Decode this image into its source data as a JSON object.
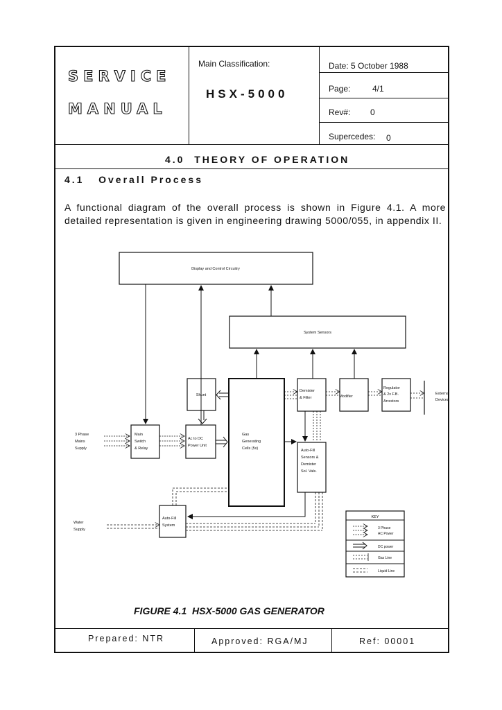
{
  "header": {
    "title_line1": "SERVICE",
    "title_line2": "MANUAL",
    "main_classification_label": "Main Classification:",
    "model": "HSX-5000",
    "date": "Date: 5 October 1988",
    "page_label": "Page:",
    "page_value": "4/1",
    "rev_label": "Rev#:",
    "rev_value": "0",
    "supercedes_label": "Supercedes:",
    "supercedes_value": "0"
  },
  "section_title": "4.0  THEORY OF OPERATION",
  "subsection_title": "4.1   Overall Process",
  "body_paragraph": "A functional diagram of the overall process is shown in Figure 4.1. A more detailed representation is given in engineering drawing 5000/055, in appendix II.",
  "diagram": {
    "display_control": "Display and Control Circuitry",
    "system_sensors": "System Sensors",
    "shunt": "Shunt",
    "gas_cells": [
      "Gas",
      "Generating",
      "Cells (5x)"
    ],
    "demister_filter": [
      "Demister",
      "& Filter"
    ],
    "modifier": "Modifier",
    "regulator": [
      "Regulator",
      "& 2x F.B.",
      "Arrestors"
    ],
    "external_devices": [
      "External",
      "Devices"
    ],
    "three_phase_supply": [
      "3 Phase",
      "Mains",
      "Supply"
    ],
    "main_switch": [
      "Main",
      "Switch",
      "& Relay"
    ],
    "ac_dc_unit": [
      "Ac to DC",
      "Power Unit"
    ],
    "autofill_sensors": [
      "Auto-Fill",
      "Sensors &",
      "Demister",
      "Sol. Vals."
    ],
    "autofill_system": [
      "Auto-Fill",
      "System"
    ],
    "water_supply": [
      "Water",
      "Supply"
    ],
    "key": {
      "title": "KEY",
      "items": [
        {
          "label": [
            "3 Phase",
            "AC Power"
          ],
          "style": "ac"
        },
        {
          "label": [
            "DC power"
          ],
          "style": "dc"
        },
        {
          "label": [
            "Gas Line"
          ],
          "style": "gas"
        },
        {
          "label": [
            "Liquid Line"
          ],
          "style": "liquid"
        }
      ]
    }
  },
  "figure_caption": "FIGURE 4.1  HSX-5000 GAS GENERATOR",
  "footer": {
    "prepared": "Prepared: NTR",
    "approved": "Approved: RGA/MJ",
    "ref": "Ref: 00001"
  }
}
